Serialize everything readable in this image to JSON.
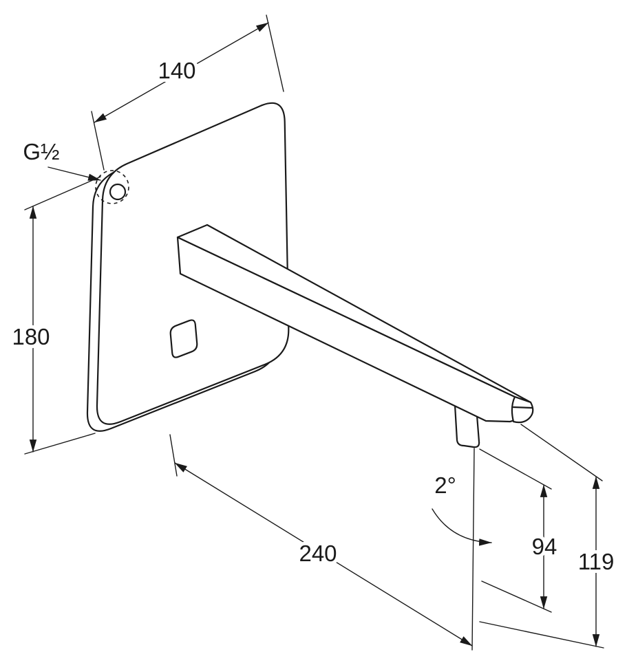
{
  "drawing": {
    "subject": "wall-mounted-sensor-faucet-dimension-drawing",
    "colors": {
      "line": "#1a1a1a",
      "background": "#ffffff"
    },
    "labels": {
      "plate_width": "140",
      "thread_size": "G½",
      "plate_height": "180",
      "spout_length": "240",
      "spout_angle": "2°",
      "outlet_height": "94",
      "overall_height": "119"
    }
  }
}
